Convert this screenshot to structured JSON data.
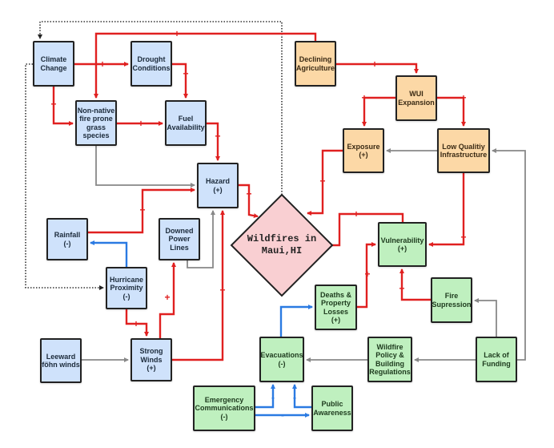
{
  "title": "Causal loop diagram: Wildfires in Maui, HI",
  "colors": {
    "positive_link": "#e02020",
    "negative_link": "#2a7ae2",
    "neutral_link": "#888888",
    "feedback_dotted": "#333333",
    "hazard_group": "#cfe2fb",
    "exposure_group": "#fcd8a6",
    "vulnerability_group": "#bff0bf",
    "central_node": "#f9cfd2"
  },
  "center": {
    "label": "Wildfires in\nMaui,HI"
  },
  "nodes": {
    "climate_change": "Climate\nChange",
    "drought": "Drought\nConditions",
    "non_native": "Non-native\nfire prone\ngrass\nspecies",
    "fuel": "Fuel\nAvailability",
    "hazard": "Hazard\n(+)",
    "rainfall": "Rainfall\n(-)",
    "downed_power": "Downed\nPower\nLines",
    "hurricane": "Hurricane\nProximity\n(-)",
    "leeward": "Leeward\nföhn winds",
    "strong_winds": "Strong\nWinds\n(+)",
    "declining_ag": "Declining\nAgriculture",
    "wui": "WUI\nExpansion",
    "exposure": "Exposure\n(+)",
    "low_infra": "Low Qualitiy\nInfrastructure",
    "vulnerability": "Vulnerability\n(+)",
    "deaths": "Deaths &\nProperty\nLosses\n(+)",
    "fire_supression": "Fire\nSupression",
    "evacuations": "Evacuations\n(-)",
    "wildfire_policy": "Wildfire\nPolicy &\nBuilding\nRegulations",
    "lack_funding": "Lack of\nFunding",
    "emergency_comms": "Emergency\nCommunications\n(-)",
    "public_awareness": "Public\nAwareness"
  },
  "signs": {
    "plus": "+",
    "minus": "-"
  }
}
